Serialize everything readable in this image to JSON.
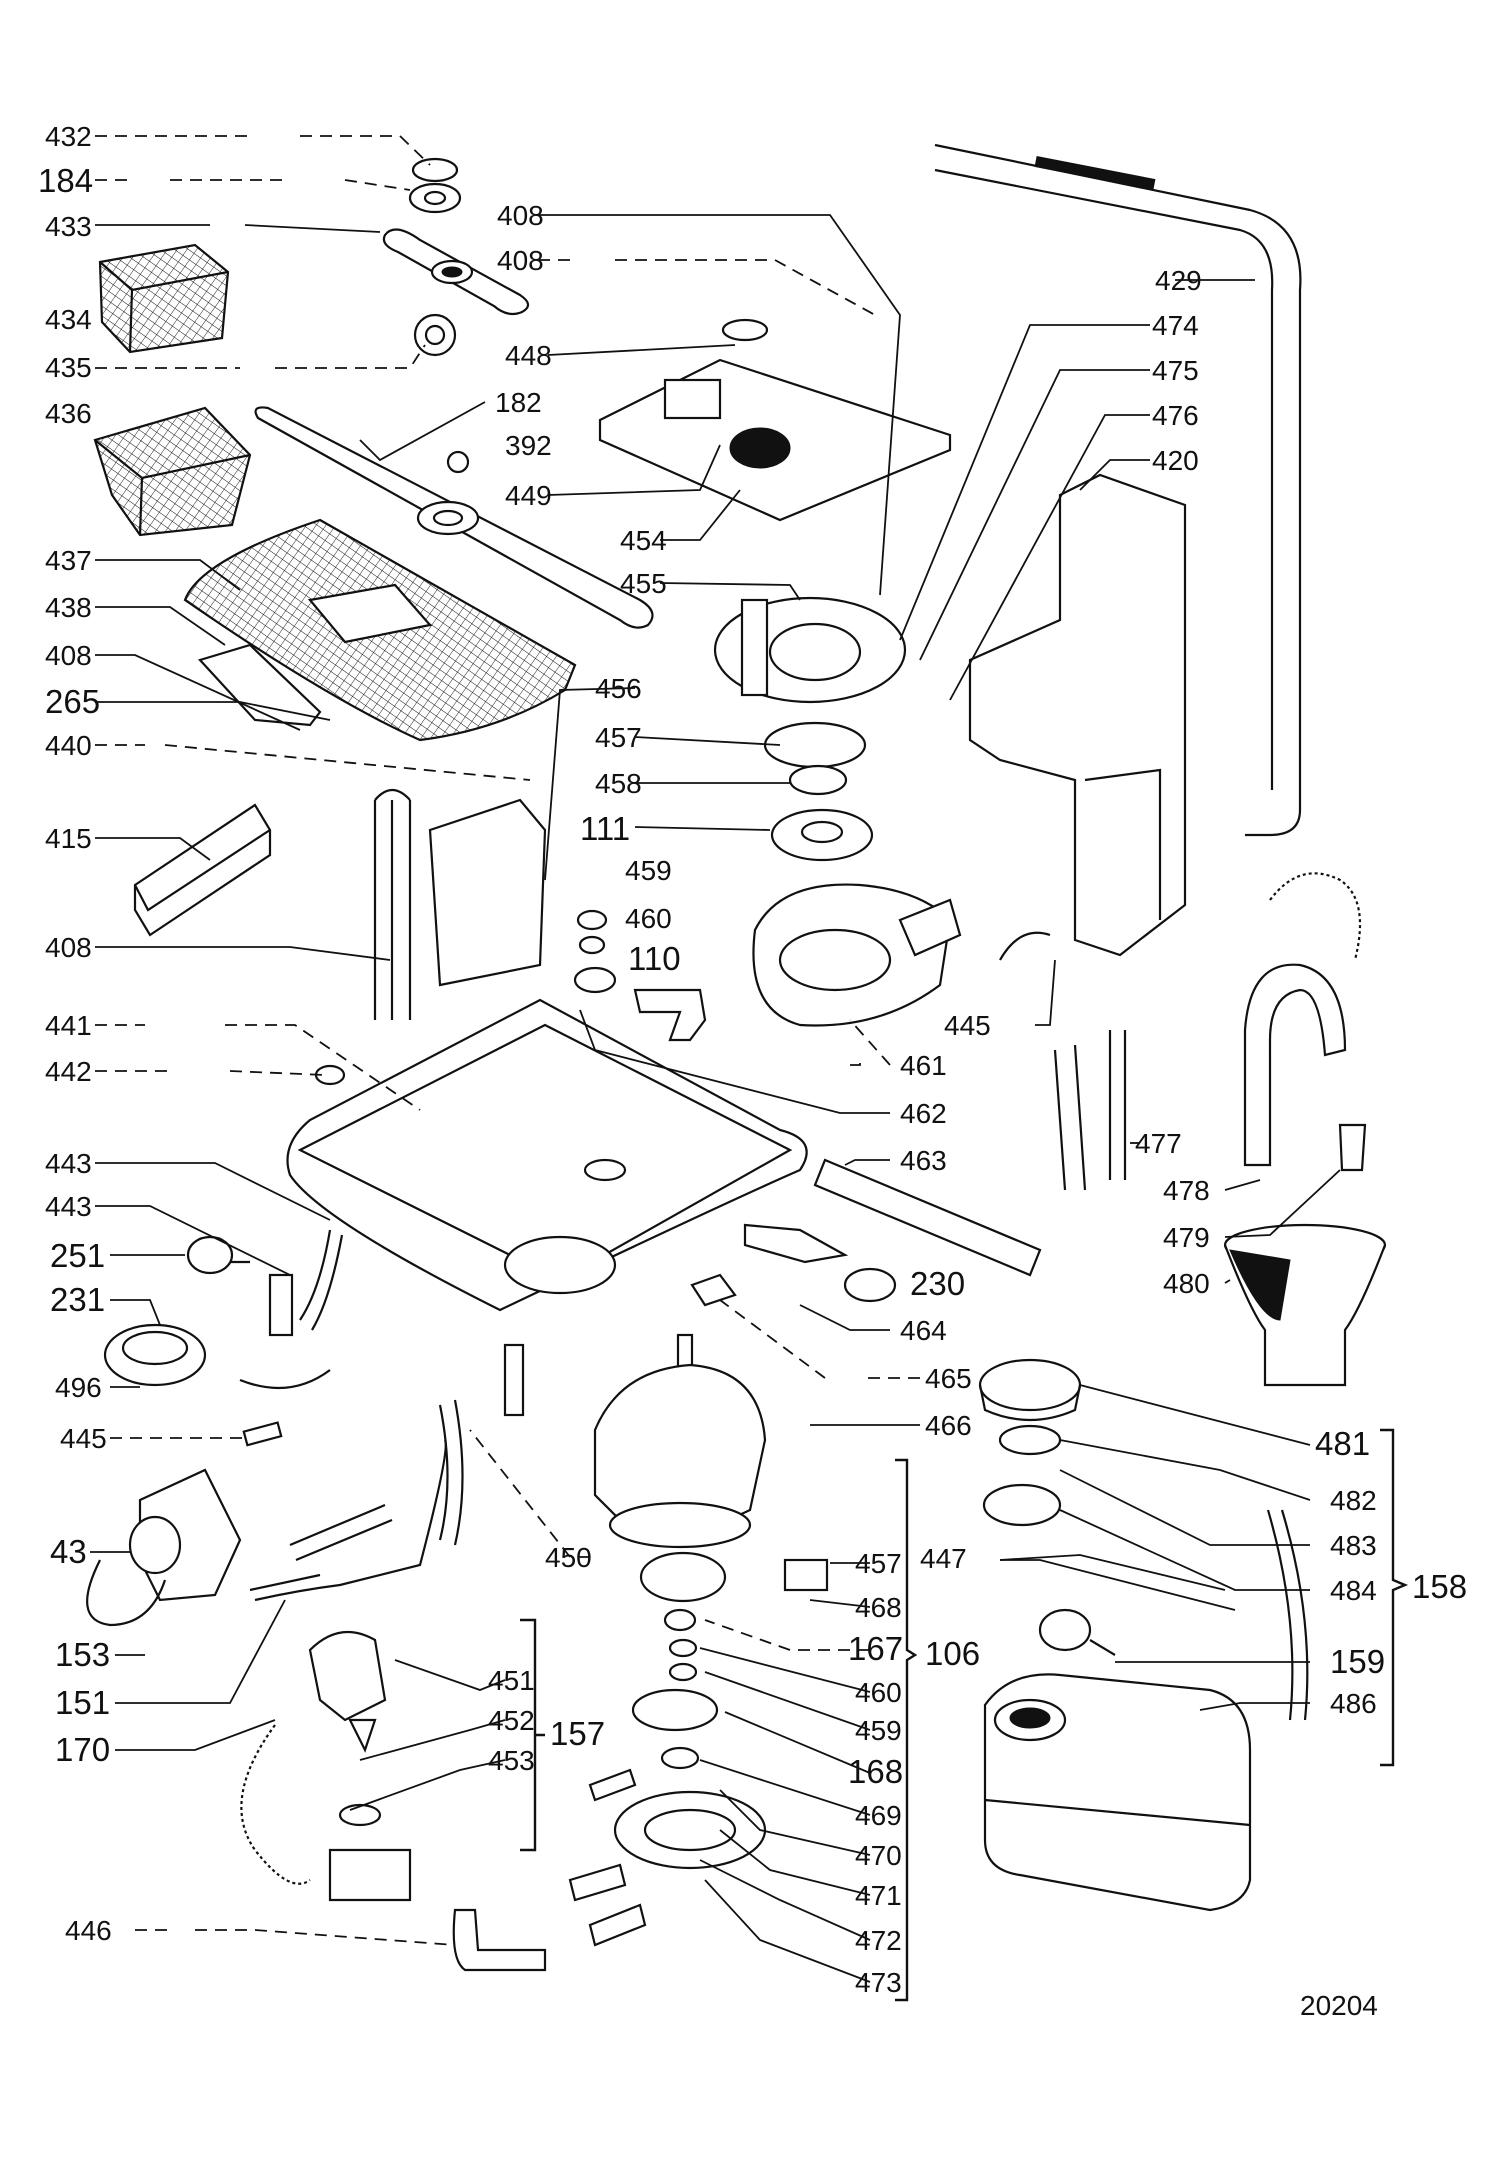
{
  "diagram": {
    "drawing_number": "20204",
    "callouts": {
      "c432": "432",
      "c184": "184",
      "c433": "433",
      "c434": "434",
      "c435": "435",
      "c436": "436",
      "c182": "182",
      "c392": "392",
      "c437": "437",
      "c438": "438",
      "c408a": "408",
      "c265": "265",
      "c440": "440",
      "c415": "415",
      "c408b": "408",
      "c441": "441",
      "c442": "442",
      "c443a": "443",
      "c443b": "443",
      "c251": "251",
      "c231": "231",
      "c496": "496",
      "c445a": "445",
      "c43": "43",
      "c153": "153",
      "c151": "151",
      "c170": "170",
      "c446": "446",
      "c408c": "408",
      "c408d": "408",
      "c448": "448",
      "c449": "449",
      "c454": "454",
      "c455": "455",
      "c456": "456",
      "c457a": "457",
      "c458": "458",
      "c111": "111",
      "c459a": "459",
      "c460a": "460",
      "c110": "110",
      "c461": "461",
      "c462": "462",
      "c463": "463",
      "c464": "464",
      "c230": "230",
      "c465": "465",
      "c466": "466",
      "c450": "450",
      "c457b": "457",
      "c468": "468",
      "c167": "167",
      "c106": "106",
      "c460b": "460",
      "c459b": "459",
      "c168": "168",
      "c469": "469",
      "c470": "470",
      "c471": "471",
      "c472": "472",
      "c473": "473",
      "c451": "451",
      "c452": "452",
      "c453": "453",
      "c157": "157",
      "c429": "429",
      "c474": "474",
      "c475": "475",
      "c476": "476",
      "c420": "420",
      "c445b": "445",
      "c477": "477",
      "c478": "478",
      "c479": "479",
      "c480": "480",
      "c481": "481",
      "c482": "482",
      "c483": "483",
      "c484": "484",
      "c447": "447",
      "c159": "159",
      "c486": "486",
      "c158": "158"
    }
  }
}
